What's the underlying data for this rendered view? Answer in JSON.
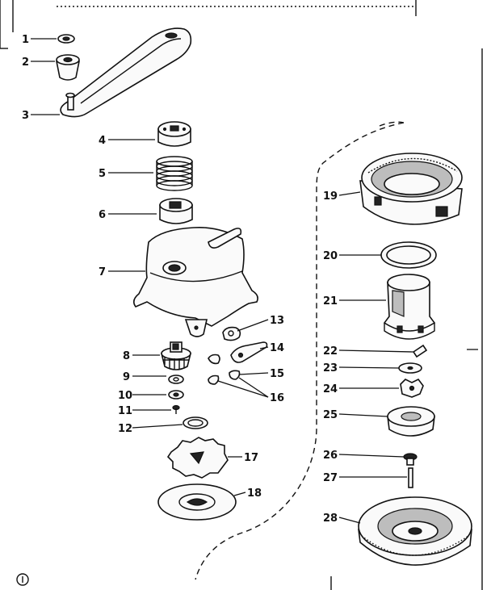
{
  "callouts": [
    {
      "id": "1",
      "text": "1"
    },
    {
      "id": "2",
      "text": "2"
    },
    {
      "id": "3",
      "text": "3"
    },
    {
      "id": "4",
      "text": "4"
    },
    {
      "id": "5",
      "text": "5"
    },
    {
      "id": "6",
      "text": "6"
    },
    {
      "id": "7",
      "text": "7"
    },
    {
      "id": "8",
      "text": "8"
    },
    {
      "id": "9",
      "text": "9"
    },
    {
      "id": "10",
      "text": "10"
    },
    {
      "id": "11",
      "text": "11"
    },
    {
      "id": "12",
      "text": "12"
    },
    {
      "id": "13",
      "text": "13"
    },
    {
      "id": "14",
      "text": "14"
    },
    {
      "id": "15",
      "text": "15"
    },
    {
      "id": "16",
      "text": "16"
    },
    {
      "id": "17",
      "text": "17"
    },
    {
      "id": "18",
      "text": "18"
    },
    {
      "id": "19",
      "text": "19"
    },
    {
      "id": "20",
      "text": "20"
    },
    {
      "id": "21",
      "text": "21"
    },
    {
      "id": "22",
      "text": "22"
    },
    {
      "id": "23",
      "text": "23"
    },
    {
      "id": "24",
      "text": "24"
    },
    {
      "id": "25",
      "text": "25"
    },
    {
      "id": "26",
      "text": "26"
    },
    {
      "id": "27",
      "text": "27"
    },
    {
      "id": "28",
      "text": "28"
    }
  ],
  "colors": {
    "ink": "#111111",
    "paper": "#ffffff"
  }
}
